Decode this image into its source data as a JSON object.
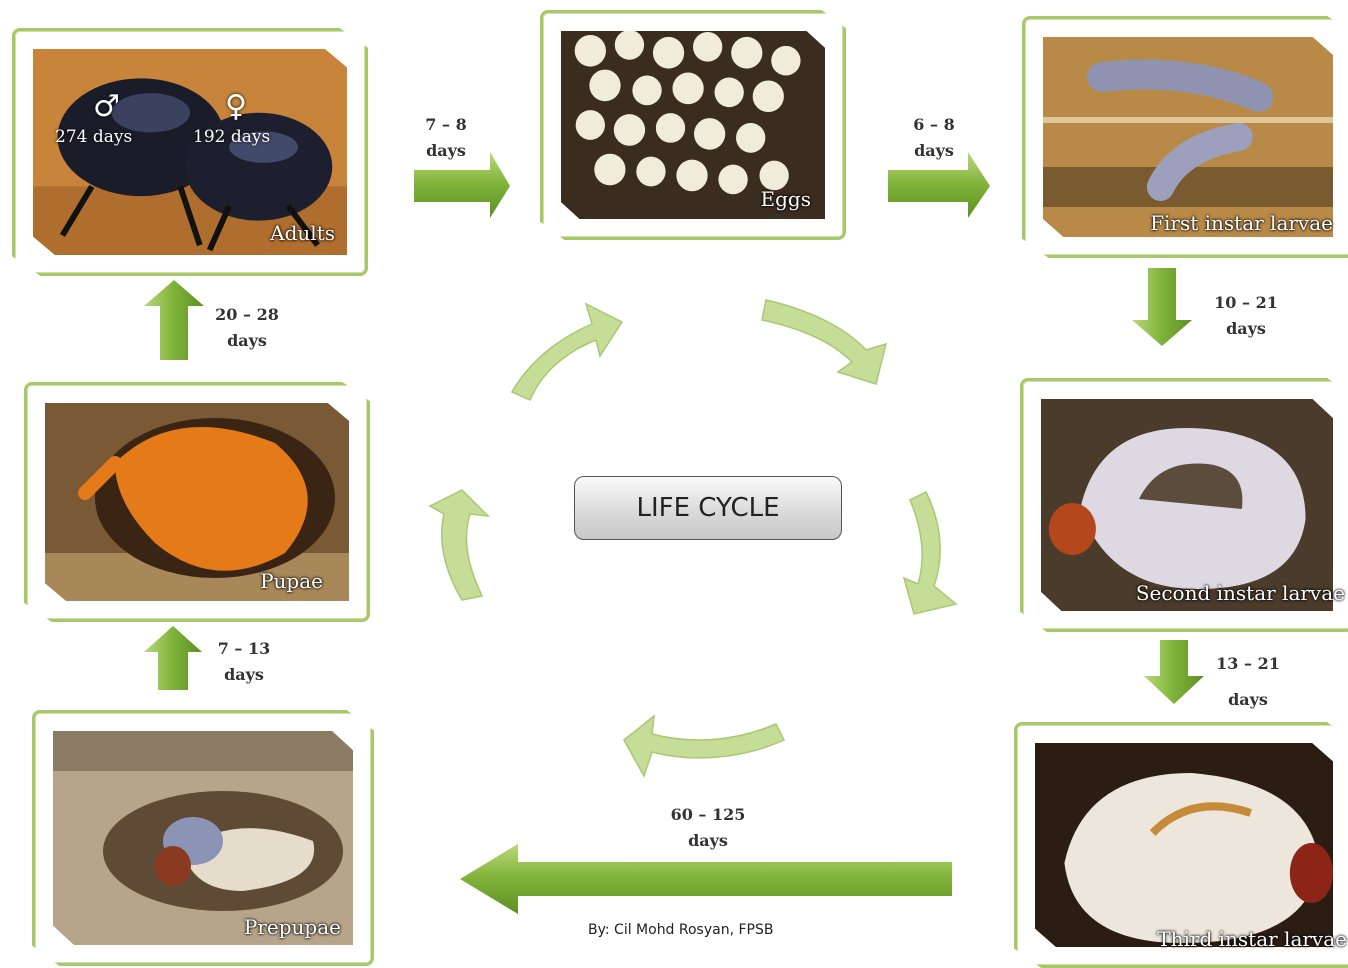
{
  "center_label": "LIFE CYCLE",
  "credit": "By: Cil Mohd Rosyan, FPSB",
  "stages": {
    "adults": {
      "caption": "Adults",
      "male_symbol": "♂",
      "male_days": "274 days",
      "female_symbol": "♀",
      "female_days": "192 days"
    },
    "eggs": {
      "caption": "Eggs"
    },
    "first_instar": {
      "caption": "First instar larvae"
    },
    "second_instar": {
      "caption": "Second instar larvae"
    },
    "third_instar": {
      "caption": "Third instar larvae"
    },
    "prepupae": {
      "caption": "Prepupae"
    },
    "pupae": {
      "caption": "Pupae"
    }
  },
  "durations": {
    "adults_to_eggs": {
      "range": "7 – 8",
      "unit": "days"
    },
    "eggs_to_first": {
      "range": "6 – 8",
      "unit": "days"
    },
    "first_to_second": {
      "range": "10 – 21",
      "unit": "days"
    },
    "second_to_third": {
      "range": "13 – 21",
      "unit": "days"
    },
    "third_to_prepupae": {
      "range": "60 – 125",
      "unit": "days"
    },
    "prepupae_to_pupae": {
      "range": "7 – 13",
      "unit": "days"
    },
    "pupae_to_adults": {
      "range": "20 – 28",
      "unit": "days"
    }
  },
  "colors": {
    "arrow_green": "#7fb239",
    "arrow_light": "#c5dd96",
    "card_border": "#a6c86a"
  }
}
